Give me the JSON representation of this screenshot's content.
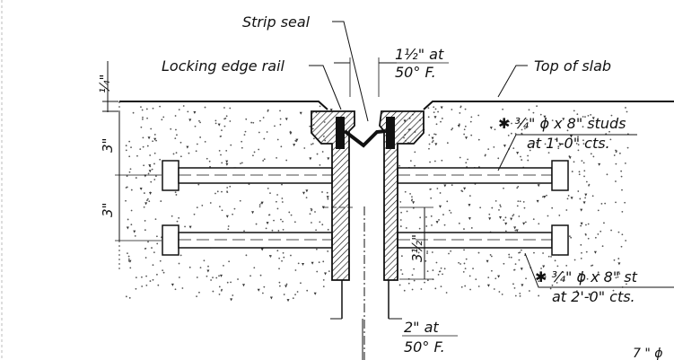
{
  "labels": {
    "strip_seal": "Strip seal",
    "locking_edge_rail": "Locking edge rail",
    "gap_top_1": "1½\" at",
    "gap_top_2": "50° F.",
    "top_of_slab": "Top of slab",
    "quarter": "¼\"",
    "dim_upper": "3\"",
    "dim_lower": "3\"",
    "dim_side": "3½\"",
    "studs_a_1": "✱ ¾\" ϕ x 8\" studs",
    "studs_a_2": "at 1'-0\" cts.",
    "studs_b_1": "✱ ¾\" ϕ x 8\" st",
    "studs_b_2": "at 2'-0\" cts.",
    "gap_bottom_1": "2\" at",
    "gap_bottom_2": "50° F.",
    "corner_text": "7 \" ϕ"
  }
}
